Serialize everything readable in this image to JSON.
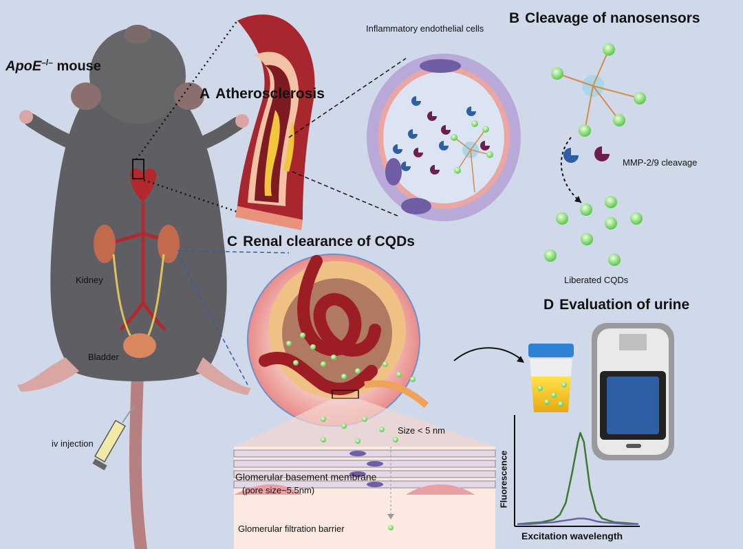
{
  "mouse": {
    "title_italic": "ApoE",
    "title_sup": "–/–",
    "title_rest": " mouse",
    "kidney_label": "Kidney",
    "bladder_label": "Bladder",
    "injection_label": "iv injection"
  },
  "panel_a": {
    "letter": "A",
    "title": "Atherosclerosis",
    "endothelial_label": "Inflammatory endothelial  cells"
  },
  "panel_b": {
    "letter": "B",
    "title": "Cleavage of nanosensors",
    "cleavage_label": "MMP-2/9 cleavage",
    "liberated_label": "Liberated CQDs"
  },
  "panel_c": {
    "letter": "C",
    "title": "Renal clearance of CQDs",
    "size_label": "Size  < 5 nm",
    "membrane_label": "Glomerular basement membrane",
    "pore_label": "(pore size~5.5nm)",
    "barrier_label": "Glomerular filtration barrier"
  },
  "panel_d": {
    "letter": "D",
    "title": "Evaluation of  urine",
    "chart_data": {
      "type": "line",
      "xlabel": "Excitation wavelength",
      "ylabel": "Fluorescence",
      "x": [
        0,
        10,
        20,
        30,
        35,
        40,
        45,
        50,
        52,
        55,
        60,
        65,
        70,
        80,
        90,
        100
      ],
      "series": [
        {
          "values": [
            1,
            2,
            3,
            6,
            11,
            24,
            55,
            90,
            100,
            90,
            40,
            15,
            7,
            3,
            2,
            1
          ],
          "color": "#3b7a2e"
        },
        {
          "values": [
            1,
            1,
            2,
            3,
            4,
            5,
            6,
            7,
            7,
            7,
            6,
            4,
            3,
            2,
            1,
            1
          ],
          "color": "#6a5fb0"
        }
      ],
      "grid": false,
      "legend": "none"
    }
  },
  "colors": {
    "background": "#cfd9ea",
    "artery": "#b3282d",
    "plaque": "#f2c53a",
    "cqd": "#8fdd6f",
    "mmp_blue": "#2e5fa3",
    "mmp_purple": "#6b1f4c"
  }
}
